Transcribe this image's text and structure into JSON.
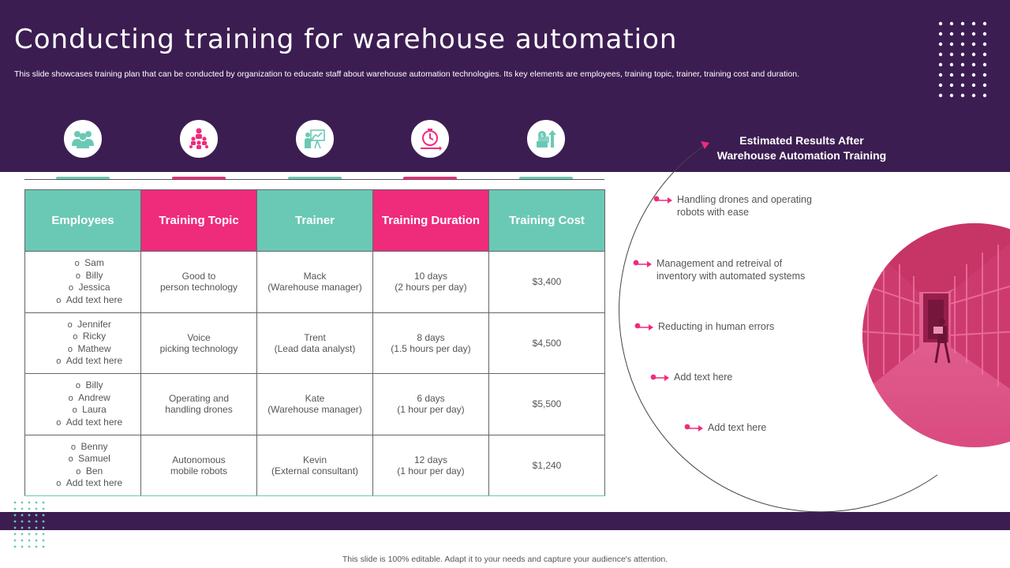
{
  "slide": {
    "title": "Conducting training for warehouse automation",
    "subtitle": "This slide showcases training plan that can be conducted by organization to educate staff about warehouse automation technologies. Its key elements are employees, training topic, trainer, training cost and duration.",
    "footer": "This slide is 100% editable. Adapt it to your needs and capture your audience's attention."
  },
  "icons": [
    {
      "name": "people-group-icon",
      "color": "#6ac9b4"
    },
    {
      "name": "org-chart-icon",
      "color": "#ef2b7c"
    },
    {
      "name": "presentation-board-icon",
      "color": "#6ac9b4"
    },
    {
      "name": "stopwatch-icon",
      "color": "#ef2b7c"
    },
    {
      "name": "money-growth-icon",
      "color": "#6ac9b4"
    }
  ],
  "colors": {
    "purple": "#3c1d52",
    "teal": "#6ac9b4",
    "pink": "#ef2b7c"
  },
  "table": {
    "headers": [
      "Employees",
      "Training Topic",
      "Trainer",
      "Training Duration",
      "Training Cost"
    ],
    "rows": [
      {
        "employees": [
          "Sam",
          "Billy",
          "Jessica",
          "Add text here"
        ],
        "topic": [
          "Good to",
          "person technology"
        ],
        "trainer": [
          "Mack",
          "(Warehouse manager)"
        ],
        "duration": [
          "10 days",
          "(2 hours per day)"
        ],
        "cost": "$3,400"
      },
      {
        "employees": [
          "Jennifer",
          "Ricky",
          "Mathew",
          "Add text here"
        ],
        "topic": [
          "Voice",
          "picking technology"
        ],
        "trainer": [
          "Trent",
          "(Lead data analyst)"
        ],
        "duration": [
          "8 days",
          "(1.5 hours per day)"
        ],
        "cost": "$4,500"
      },
      {
        "employees": [
          "Billy",
          "Andrew",
          "Laura",
          "Add text here"
        ],
        "topic": [
          "Operating and",
          "handling drones"
        ],
        "trainer": [
          "Kate",
          "(Warehouse manager)"
        ],
        "duration": [
          "6 days",
          "(1 hour per day)"
        ],
        "cost": "$5,500"
      },
      {
        "employees": [
          "Benny",
          "Samuel",
          "Ben",
          "Add text here"
        ],
        "topic": [
          "Autonomous",
          "mobile robots"
        ],
        "trainer": [
          "Kevin",
          "(External consultant)"
        ],
        "duration": [
          "12 days",
          "(1 hour per day)"
        ],
        "cost": "$1,240"
      }
    ]
  },
  "results": {
    "heading_line1": "Estimated Results After",
    "heading_line2": "Warehouse Automation Training",
    "items": [
      {
        "line1": "Handling drones and operating",
        "line2": "robots with ease"
      },
      {
        "line1": "Management and retreival of",
        "line2": "inventory with automated systems"
      },
      {
        "line1": "Reducting in human errors",
        "line2": ""
      },
      {
        "line1": "Add text here",
        "line2": ""
      },
      {
        "line1": "Add text here",
        "line2": ""
      }
    ]
  }
}
